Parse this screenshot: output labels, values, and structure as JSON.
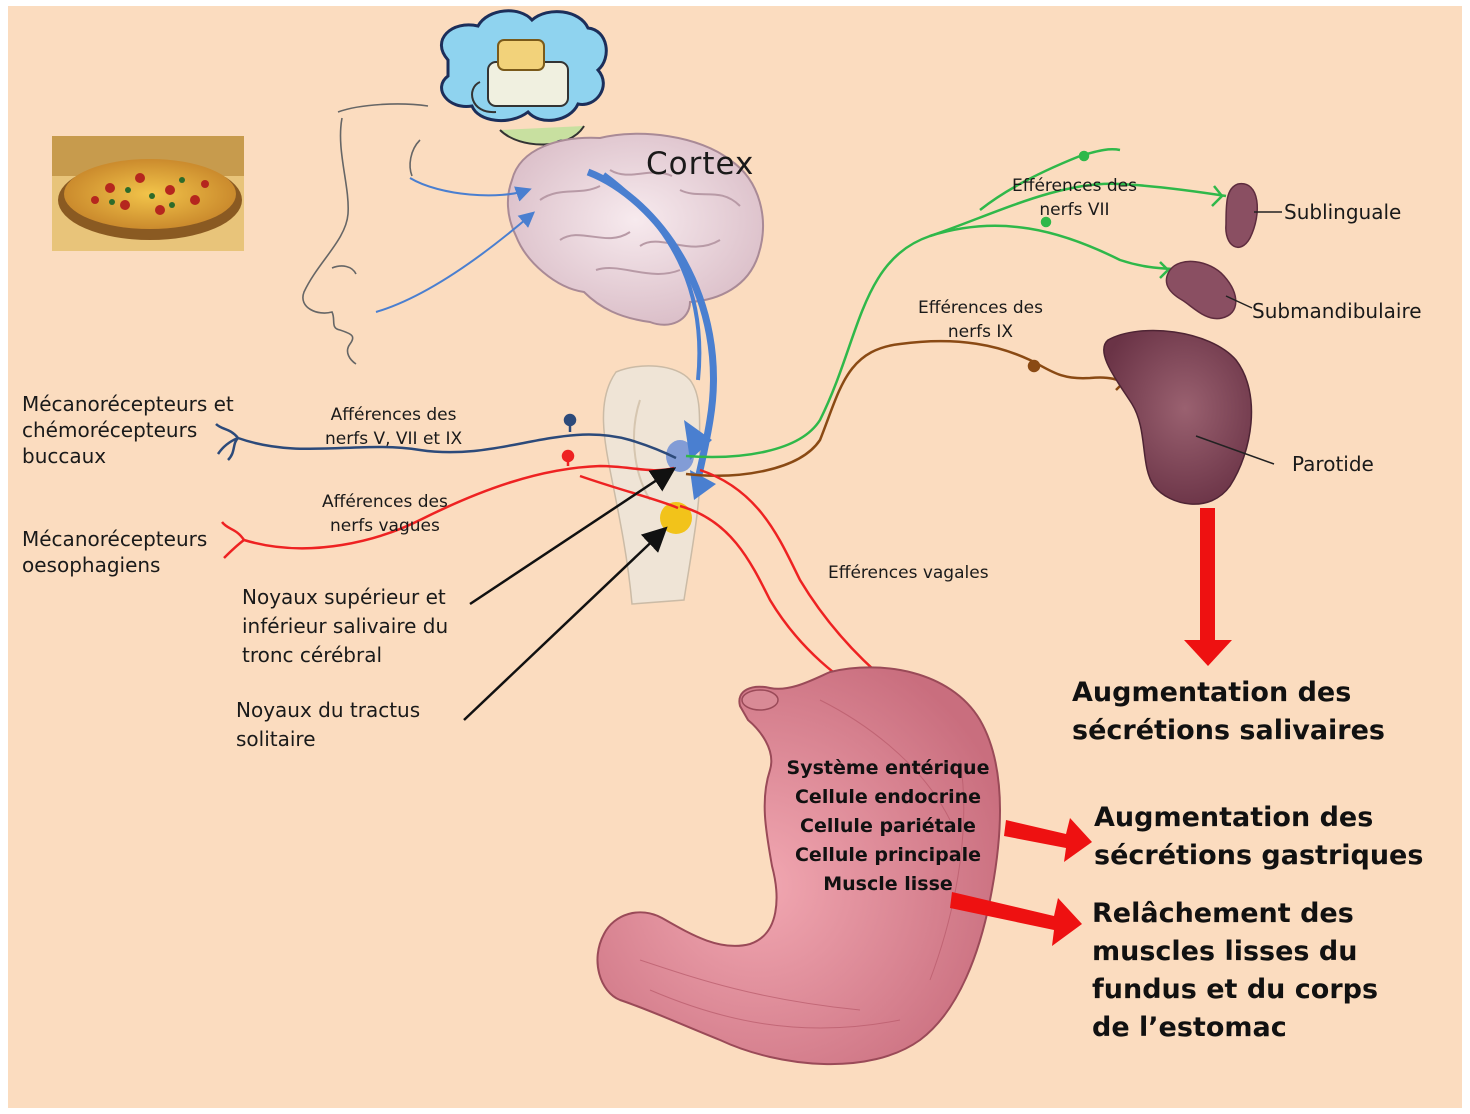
{
  "labels": {
    "cortex": "Cortex",
    "aff_buccal_receptors": "Mécanorécepteurs et\nchémorécepteurs\nbuccaux",
    "aff_oeso_receptors": "Mécanorécepteurs\noesophagiens",
    "aff_nerves_v_vii_ix": "Afférences des\nnerfs V, VII et IX",
    "aff_vagal": "Afférences des\nnerfs vagues",
    "eff_vii": "Efférences des\nnerfs VII",
    "eff_ix": "Efférences des\nnerfs IX",
    "eff_vagal": "Efférences vagales",
    "sublinguale": "Sublinguale",
    "submandibulaire": "Submandibulaire",
    "parotide": "Parotide",
    "noyaux_salivaires": "Noyaux supérieur et\ninférieur salivaire du\ntronc  cérébral",
    "noyaux_tractus": "Noyaux  du tractus\nsolitaire",
    "stomach_list": "Système entérique\nCellule endocrine\nCellule pariétale\nCellule principale\nMuscle lisse",
    "result_saliva": "Augmentation des\nsécrétions salivaires",
    "result_gastric": "Augmentation des\nsécrétions gastriques",
    "result_relax": "Relâchement des\nmuscles lisses du\nfundus et du corps\nde l’estomac"
  },
  "colors": {
    "background": "#fbdcbf",
    "afferent_buccal": "#2c4a7a",
    "vagal": "#ee2222",
    "efferent_vii": "#2fb84a",
    "efferent_ix": "#8a4a14",
    "cortex_arrow": "#4a7fd0",
    "result_arrow": "#ee1111"
  },
  "icons": [
    "pizza-image",
    "thought-bubble-toast",
    "face-profile",
    "brain",
    "brainstem",
    "stomach",
    "sublingual-gland",
    "submandibular-gland",
    "parotid-gland"
  ]
}
